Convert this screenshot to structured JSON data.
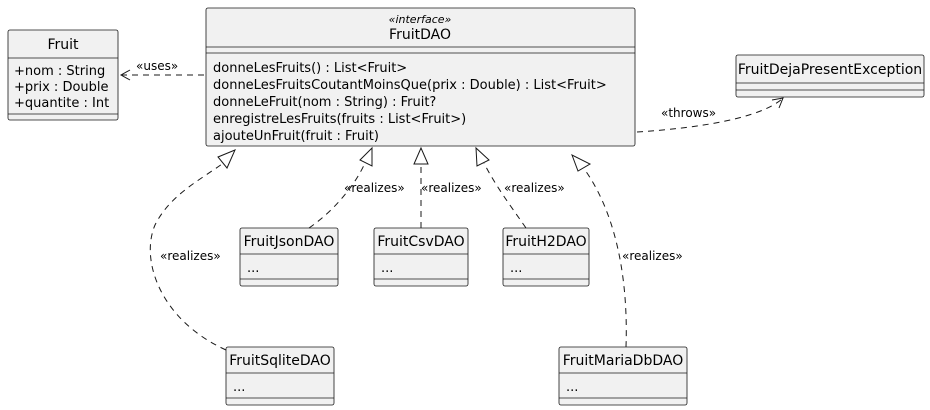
{
  "classes": {
    "fruit": {
      "name": "Fruit",
      "fields": [
        "+nom : String",
        "+prix : Double",
        "+quantite : Int"
      ]
    },
    "fruitdao": {
      "stereotype": "«interface»",
      "name": "FruitDAO",
      "methods": [
        "donneLesFruits() : List<Fruit>",
        "donneLesFruitsCoutantMoinsQue(prix : Double) : List<Fruit>",
        "donneLeFruit(nom : String) : Fruit?",
        "enregistreLesFruits(fruits : List<Fruit>)",
        "ajouteUnFruit(fruit : Fruit)"
      ]
    },
    "exception": {
      "name": "FruitDejaPresentException"
    },
    "json": {
      "name": "FruitJsonDAO",
      "body": "..."
    },
    "csv": {
      "name": "FruitCsvDAO",
      "body": "..."
    },
    "h2": {
      "name": "FruitH2DAO",
      "body": "..."
    },
    "sqlite": {
      "name": "FruitSqliteDAO",
      "body": "..."
    },
    "mariadb": {
      "name": "FruitMariaDbDAO",
      "body": "..."
    }
  },
  "relations": {
    "uses": "«uses»",
    "throws": "«throws»",
    "realizes": "«realizes»"
  }
}
